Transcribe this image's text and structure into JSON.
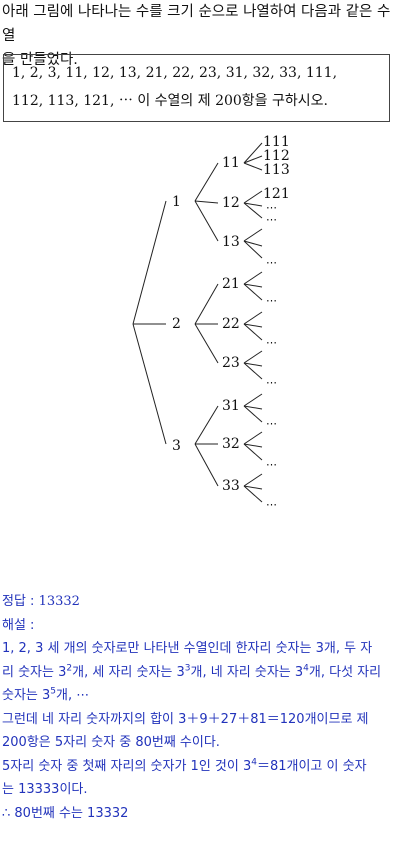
{
  "question": {
    "line1": "아래 그림에 나타나는 수를 크기 순으로 나열하여 다음과 같은 수열",
    "line2": "을 만들었다."
  },
  "sequence_box": {
    "line1": "1,  2,  3,  11,  12,  13,  21,  22,  23,  31,  32,  33,  111,",
    "line2": "112,  113,  121,  ⋯  이 수열의 제 200항을 구하시오."
  },
  "tree": {
    "level1": [
      "1",
      "2",
      "3"
    ],
    "level2": [
      "11",
      "12",
      "13",
      "21",
      "22",
      "23",
      "31",
      "32",
      "33"
    ],
    "level3": [
      "111",
      "112",
      "113",
      "121"
    ],
    "ellipsis": "⋯"
  },
  "answer": {
    "label": "정답 :",
    "value": "13332",
    "explanation_label": "해설 :",
    "line1": "1,  2,  3  세 개의 숫자로만 나타낸 수열인데 한자리 숫자는 3개, 두 자",
    "line2a": "리 숫자는 3",
    "line2a_exp": "2",
    "line2b": "개, 세 자리 숫자는 3",
    "line2b_exp": "3",
    "line2c": "개, 네 자리 숫자는 3",
    "line2c_exp": "4",
    "line2d": "개, 다섯 자리",
    "line3a": "숫자는 3",
    "line3a_exp": "5",
    "line3b": "개, ⋯",
    "line4": "그런데 네 자리 숫자까지의 합이 3＋9＋27＋81＝120개이므로 제",
    "line5": "200항은 5자리 숫자 중 80번째 수이다.",
    "line6a": "5자리 숫자 중 첫째 자리의 숫자가 1인 것이 3",
    "line6a_exp": "4",
    "line6b": "＝81개이고 이 숫자",
    "line7": "는 13333이다.",
    "line8": "∴  80번째 수는 13332"
  }
}
